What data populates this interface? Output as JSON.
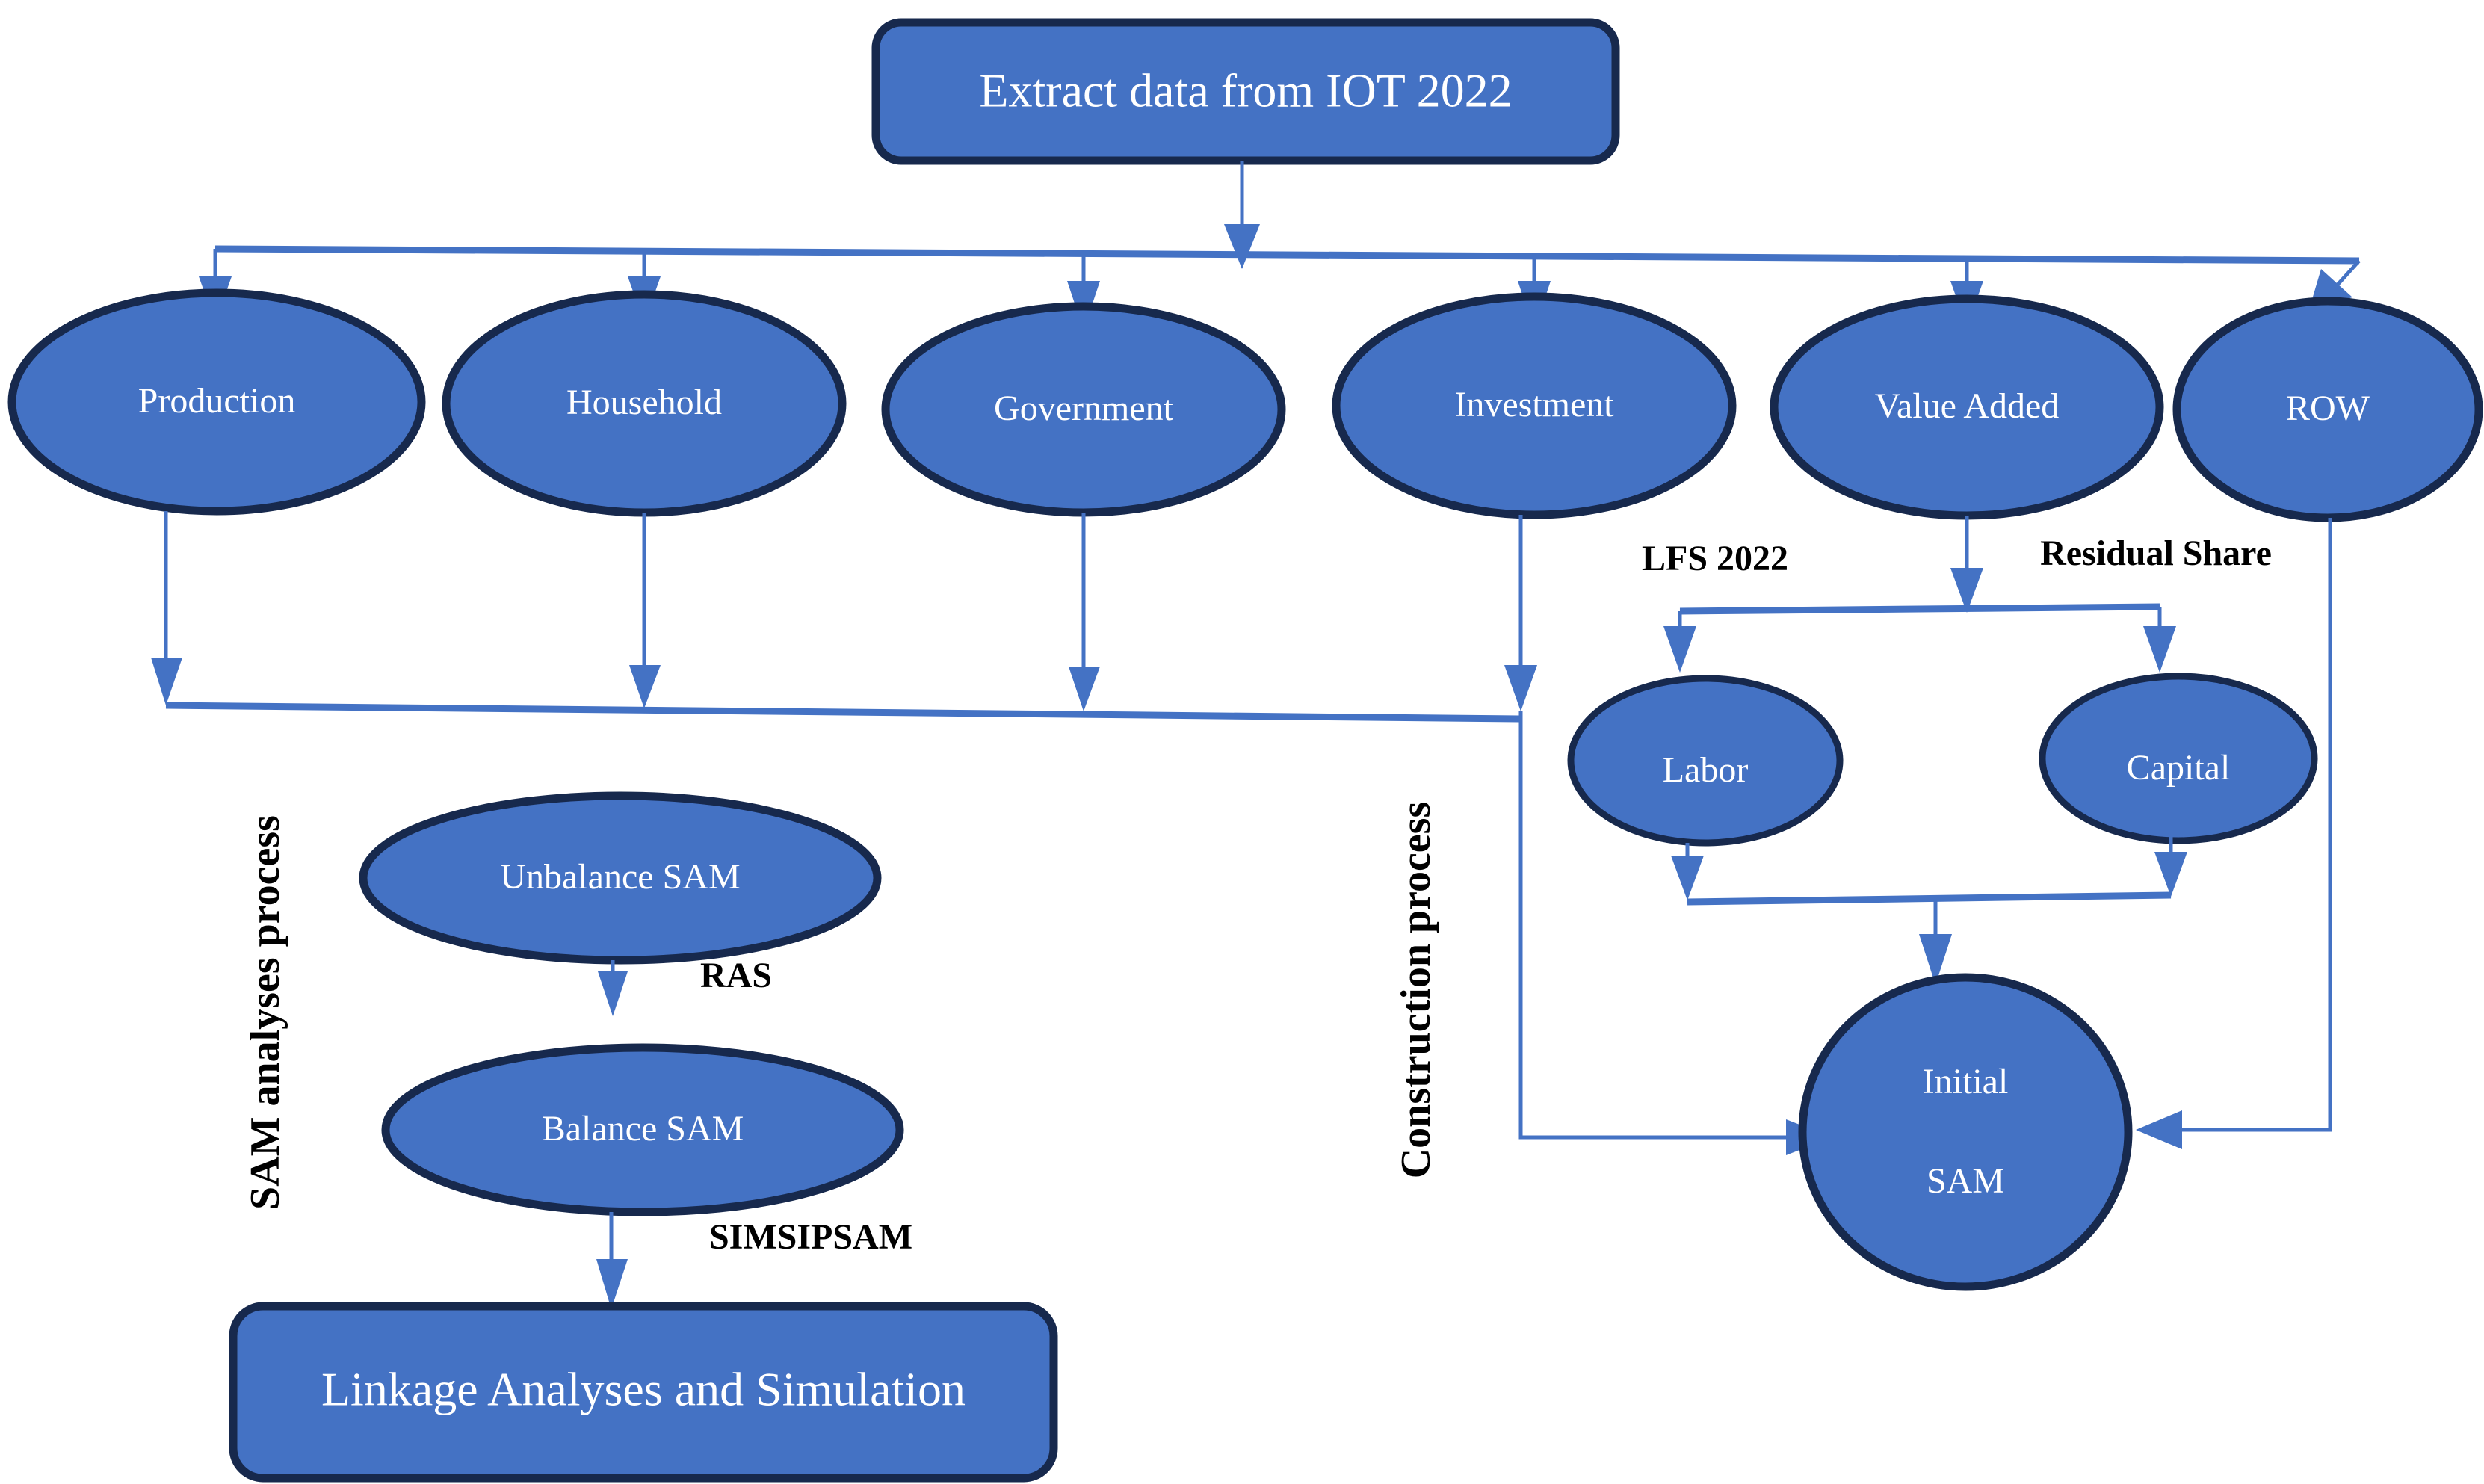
{
  "diagram": {
    "title_node": {
      "label": "Extract data from IOT 2022"
    },
    "accounts": [
      {
        "id": "production",
        "label": "Production"
      },
      {
        "id": "household",
        "label": "Household"
      },
      {
        "id": "government",
        "label": "Government"
      },
      {
        "id": "investment",
        "label": "Investment"
      },
      {
        "id": "value_added",
        "label": "Value Added"
      },
      {
        "id": "row",
        "label": "ROW"
      }
    ],
    "factors": [
      {
        "id": "labor",
        "label": "Labor"
      },
      {
        "id": "capital",
        "label": "Capital"
      }
    ],
    "initial_sam": {
      "label_line1": "Initial",
      "label_line2": "SAM"
    },
    "sam_chain": [
      {
        "id": "unbalance_sam",
        "label": "Unbalance SAM"
      },
      {
        "id": "balance_sam",
        "label": "Balance SAM"
      }
    ],
    "final_node": {
      "label": "Linkage Analyses and Simulation"
    },
    "edge_labels": {
      "lfs": "LFS 2022",
      "residual_share": "Residual Share",
      "ras": "RAS",
      "simsipsam": "SIMSIPSAM"
    },
    "process_labels": {
      "sam_analyses": "SAM analyses process",
      "construction": "Construction process"
    },
    "colors": {
      "shape_fill": "#4472C4",
      "shape_border": "#17294D",
      "connector": "#4472C4",
      "node_text": "#FFFFFF",
      "label_text": "#000000",
      "background": "#FFFFFF"
    }
  }
}
